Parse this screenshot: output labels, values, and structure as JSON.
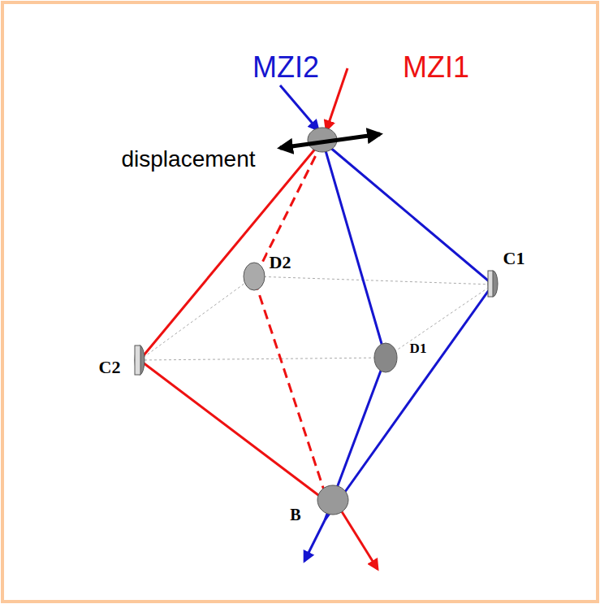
{
  "diagram": {
    "labels": [
      "MZI2",
      "MZI1",
      "displacement",
      "D2",
      "C1",
      "C2",
      "D1",
      "B"
    ]
  }
}
